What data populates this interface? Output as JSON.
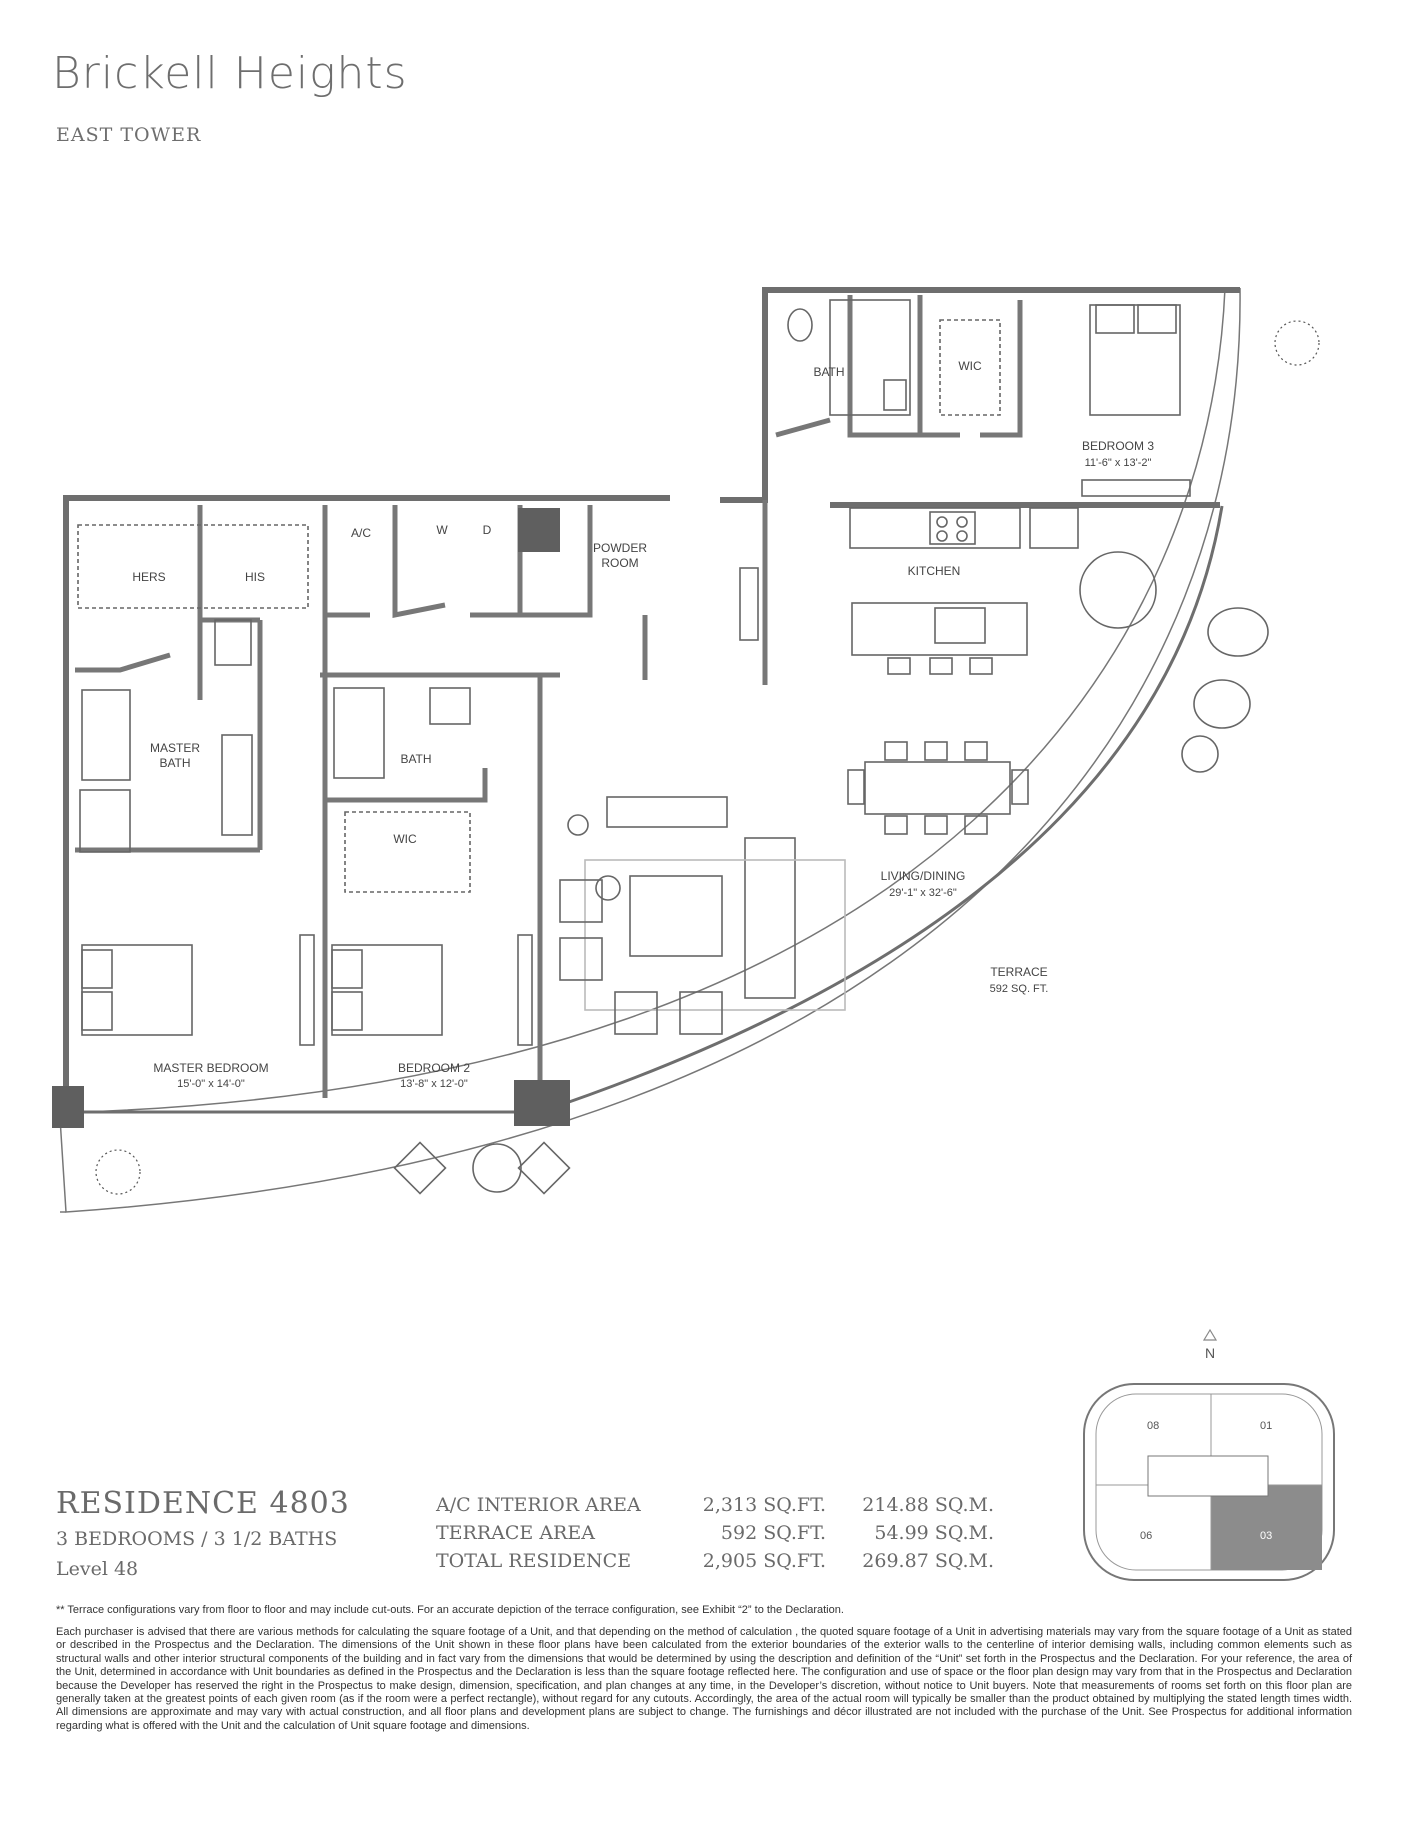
{
  "header": {
    "brand": "Brickell Heights",
    "tower": "EAST TOWER"
  },
  "rooms": {
    "hers": "HERS",
    "his": "HIS",
    "ac": "A/C",
    "washer": "W",
    "dryer": "D",
    "powder_room_1": "POWDER",
    "powder_room_2": "ROOM",
    "bath_top": "BATH",
    "wic_top": "WIC",
    "bedroom3": "BEDROOM 3",
    "bedroom3_dim": "11'-6\" x 13'-2\"",
    "kitchen": "KITCHEN",
    "master_bath_1": "MASTER",
    "master_bath_2": "BATH",
    "bath_mid": "BATH",
    "wic_mid": "WIC",
    "living_dining": "LIVING/DINING",
    "living_dining_dim": "29'-1\" x 32'-6\"",
    "terrace": "TERRACE",
    "terrace_area": "592 SQ. FT.",
    "master_bedroom": "MASTER BEDROOM",
    "master_bedroom_dim": "15'-0\" x 14'-0\"",
    "bedroom2": "BEDROOM 2",
    "bedroom2_dim": "13'-8\" x 12'-0\""
  },
  "residence": {
    "title": "RESIDENCE 4803",
    "subtitle": "3 BEDROOMS / 3 1/2 BATHS",
    "level": "Level 48"
  },
  "areas": [
    {
      "label": "A/C INTERIOR AREA",
      "sqft": "2,313 SQ.FT.",
      "sqm": "214.88 SQ.M."
    },
    {
      "label": "TERRACE AREA",
      "sqft": "592 SQ.FT.",
      "sqm": "54.99 SQ.M."
    },
    {
      "label": "TOTAL RESIDENCE",
      "sqft": "2,905 SQ.FT.",
      "sqm": "269.87 SQ.M."
    }
  ],
  "keyplan": {
    "north": "N",
    "units": [
      "08",
      "01",
      "06",
      "03"
    ],
    "highlight_color": "#8c8c8c"
  },
  "footnotes": {
    "terrace_note": "** Terrace configurations vary from floor to floor and may include cut-outs.  For an accurate depiction of the terrace configuration, see Exhibit “2” to the Declaration.",
    "disclaimer": "Each purchaser is advised that there are various methods for calculating the square footage of a Unit, and that depending on the method of calculation , the quoted square footage of a Unit in advertising materials may vary from the square footage of a Unit as stated or described in the Prospectus and the Declaration.  The dimensions of the Unit shown in these floor plans have been calculated from the exterior boundaries of the exterior walls to the centerline of interior demising walls, including common elements such as structural walls and other interior structural components of the building and in fact vary from the dimensions that would be determined by using the description and definition of the “Unit” set forth in the Prospectus and the Declaration.  For your reference, the area of the Unit, determined in accordance with Unit boundaries as defined in the Prospectus and the Declaration is less than the square footage reflected here. The configuration and use of space or the floor plan design may vary from that in the Prospectus and Declaration because the Developer has reserved the right in the Prospectus to make design, dimension, specification, and plan changes at any time, in the Developer’s discretion, without notice to Unit buyers. Note that measurements of rooms set forth on this floor plan are generally taken at the greatest points of each given room (as if the room were a perfect rectangle), without regard for any cutouts.  Accordingly, the area of the actual room will typically be smaller than the product obtained by multiplying the stated length times width.  All dimensions are approximate and may vary with actual construction, and all floor plans and development plans are subject to change.  The furnishings and décor illustrated are not included with the purchase of the Unit. See Prospectus for additional information regarding what is offered with the Unit and the calculation of Unit square footage and dimensions."
  }
}
